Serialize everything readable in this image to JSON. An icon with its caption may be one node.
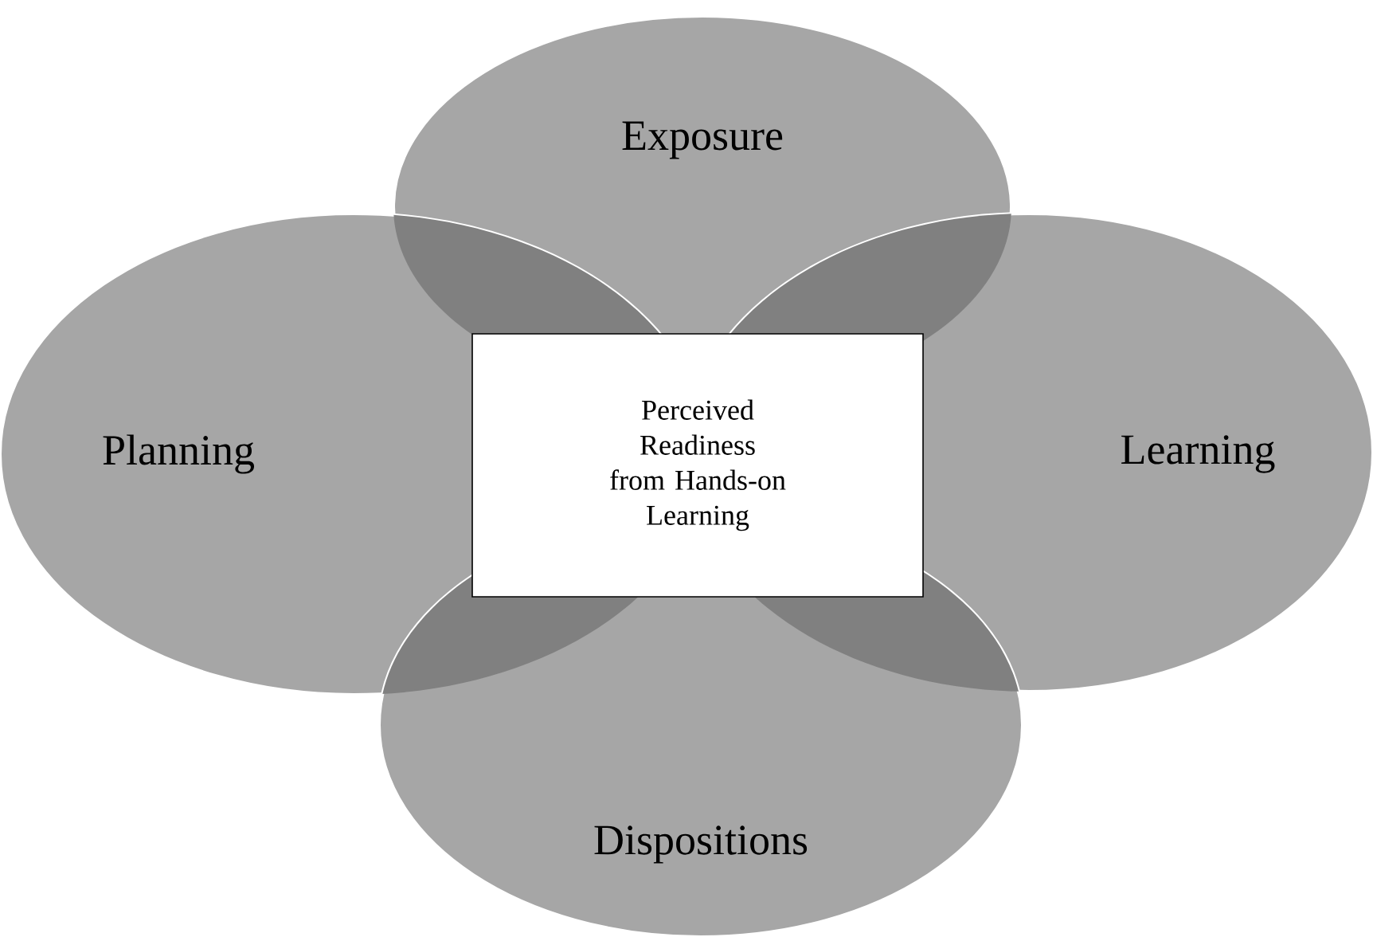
{
  "diagram": {
    "nodes": [
      {
        "text": [
          "Exposure"
        ]
      },
      {
        "text": [
          "Planning"
        ]
      },
      {
        "text": [
          "Perceived Readiness from Hands-on Learning"
        ]
      },
      {
        "text": [
          "Learning"
        ]
      },
      {
        "text": [
          "Dispositions"
        ]
      }
    ]
  }
}
